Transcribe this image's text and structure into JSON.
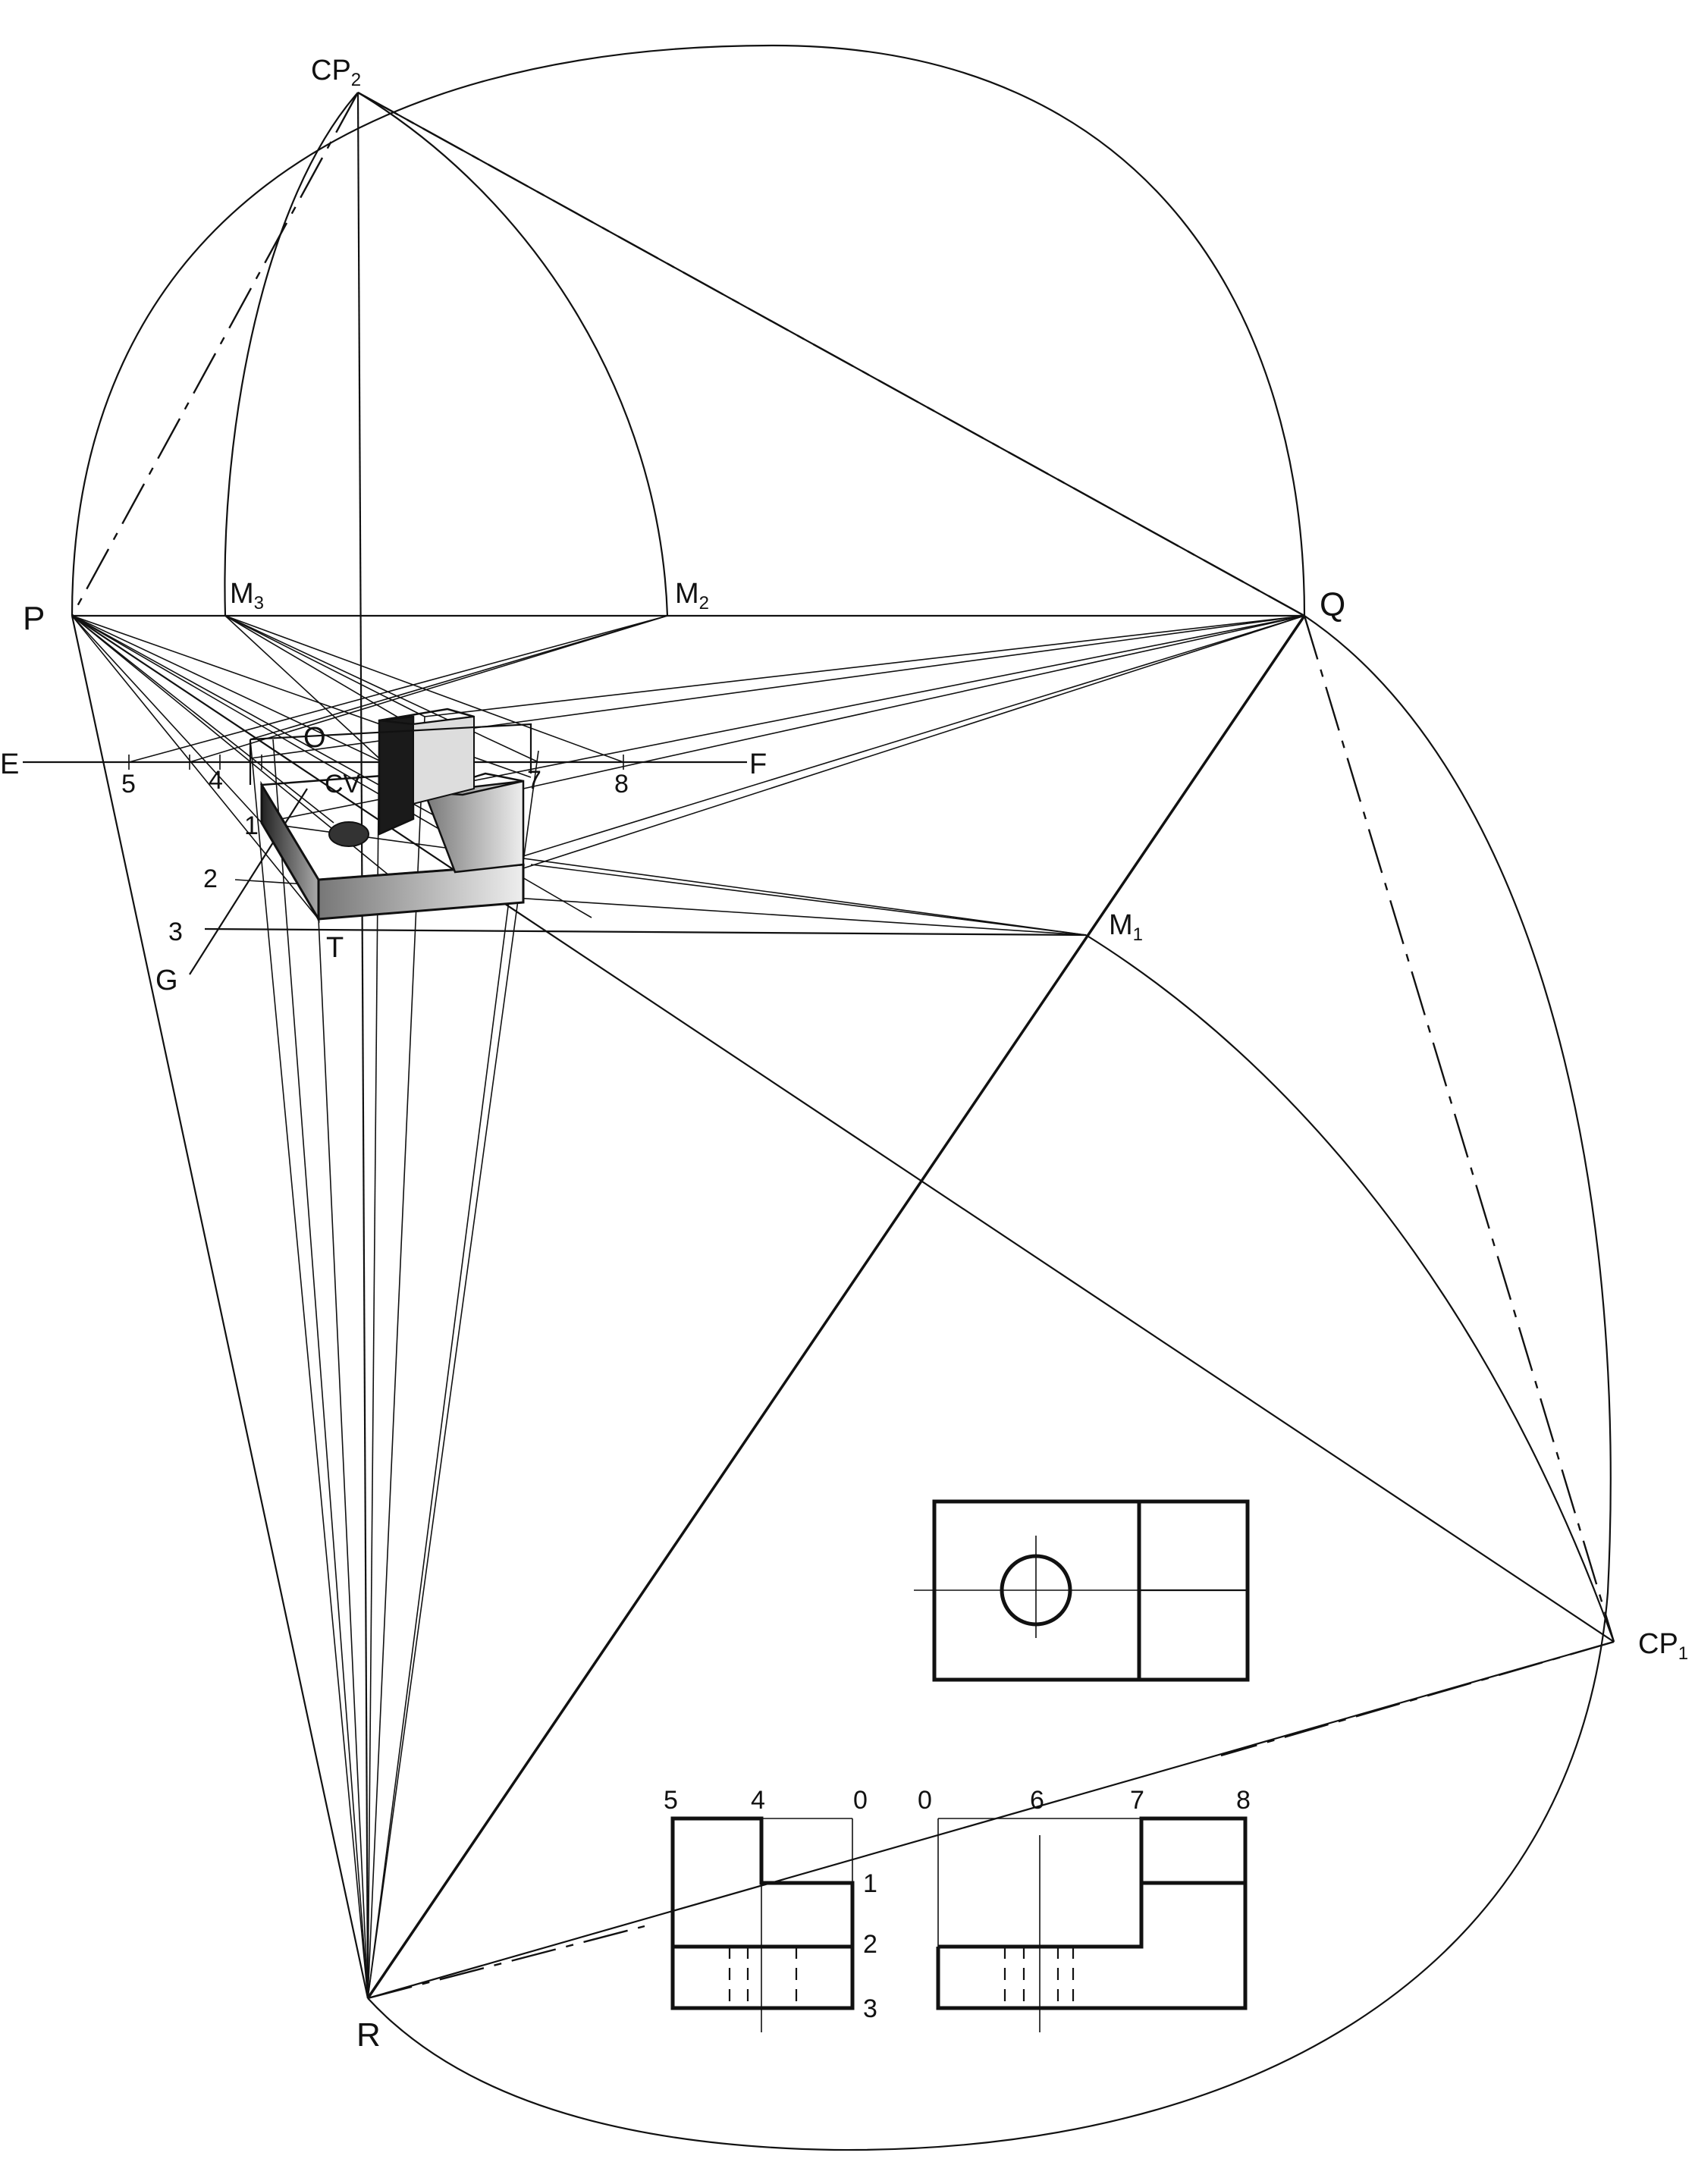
{
  "labels": {
    "cp2": "CP",
    "cp2_sub": "2",
    "cp1": "CP",
    "cp1_sub": "1",
    "p": "P",
    "q": "Q",
    "r": "R",
    "t": "T",
    "m1": "M",
    "m1_sub": "1",
    "m2": "M",
    "m2_sub": "2",
    "m3": "M",
    "m3_sub": "3",
    "e": "E",
    "f": "F",
    "g": "G",
    "o": "O",
    "cv": "CV"
  },
  "scale_ticks_ef": [
    "5",
    "4",
    "7",
    "8"
  ],
  "scale_ticks_g": [
    "1",
    "2",
    "3"
  ],
  "views": {
    "left_top": [
      "5",
      "4",
      "0"
    ],
    "right_top": [
      "0",
      "6",
      "7",
      "8"
    ],
    "side": [
      "1",
      "2",
      "3"
    ]
  }
}
